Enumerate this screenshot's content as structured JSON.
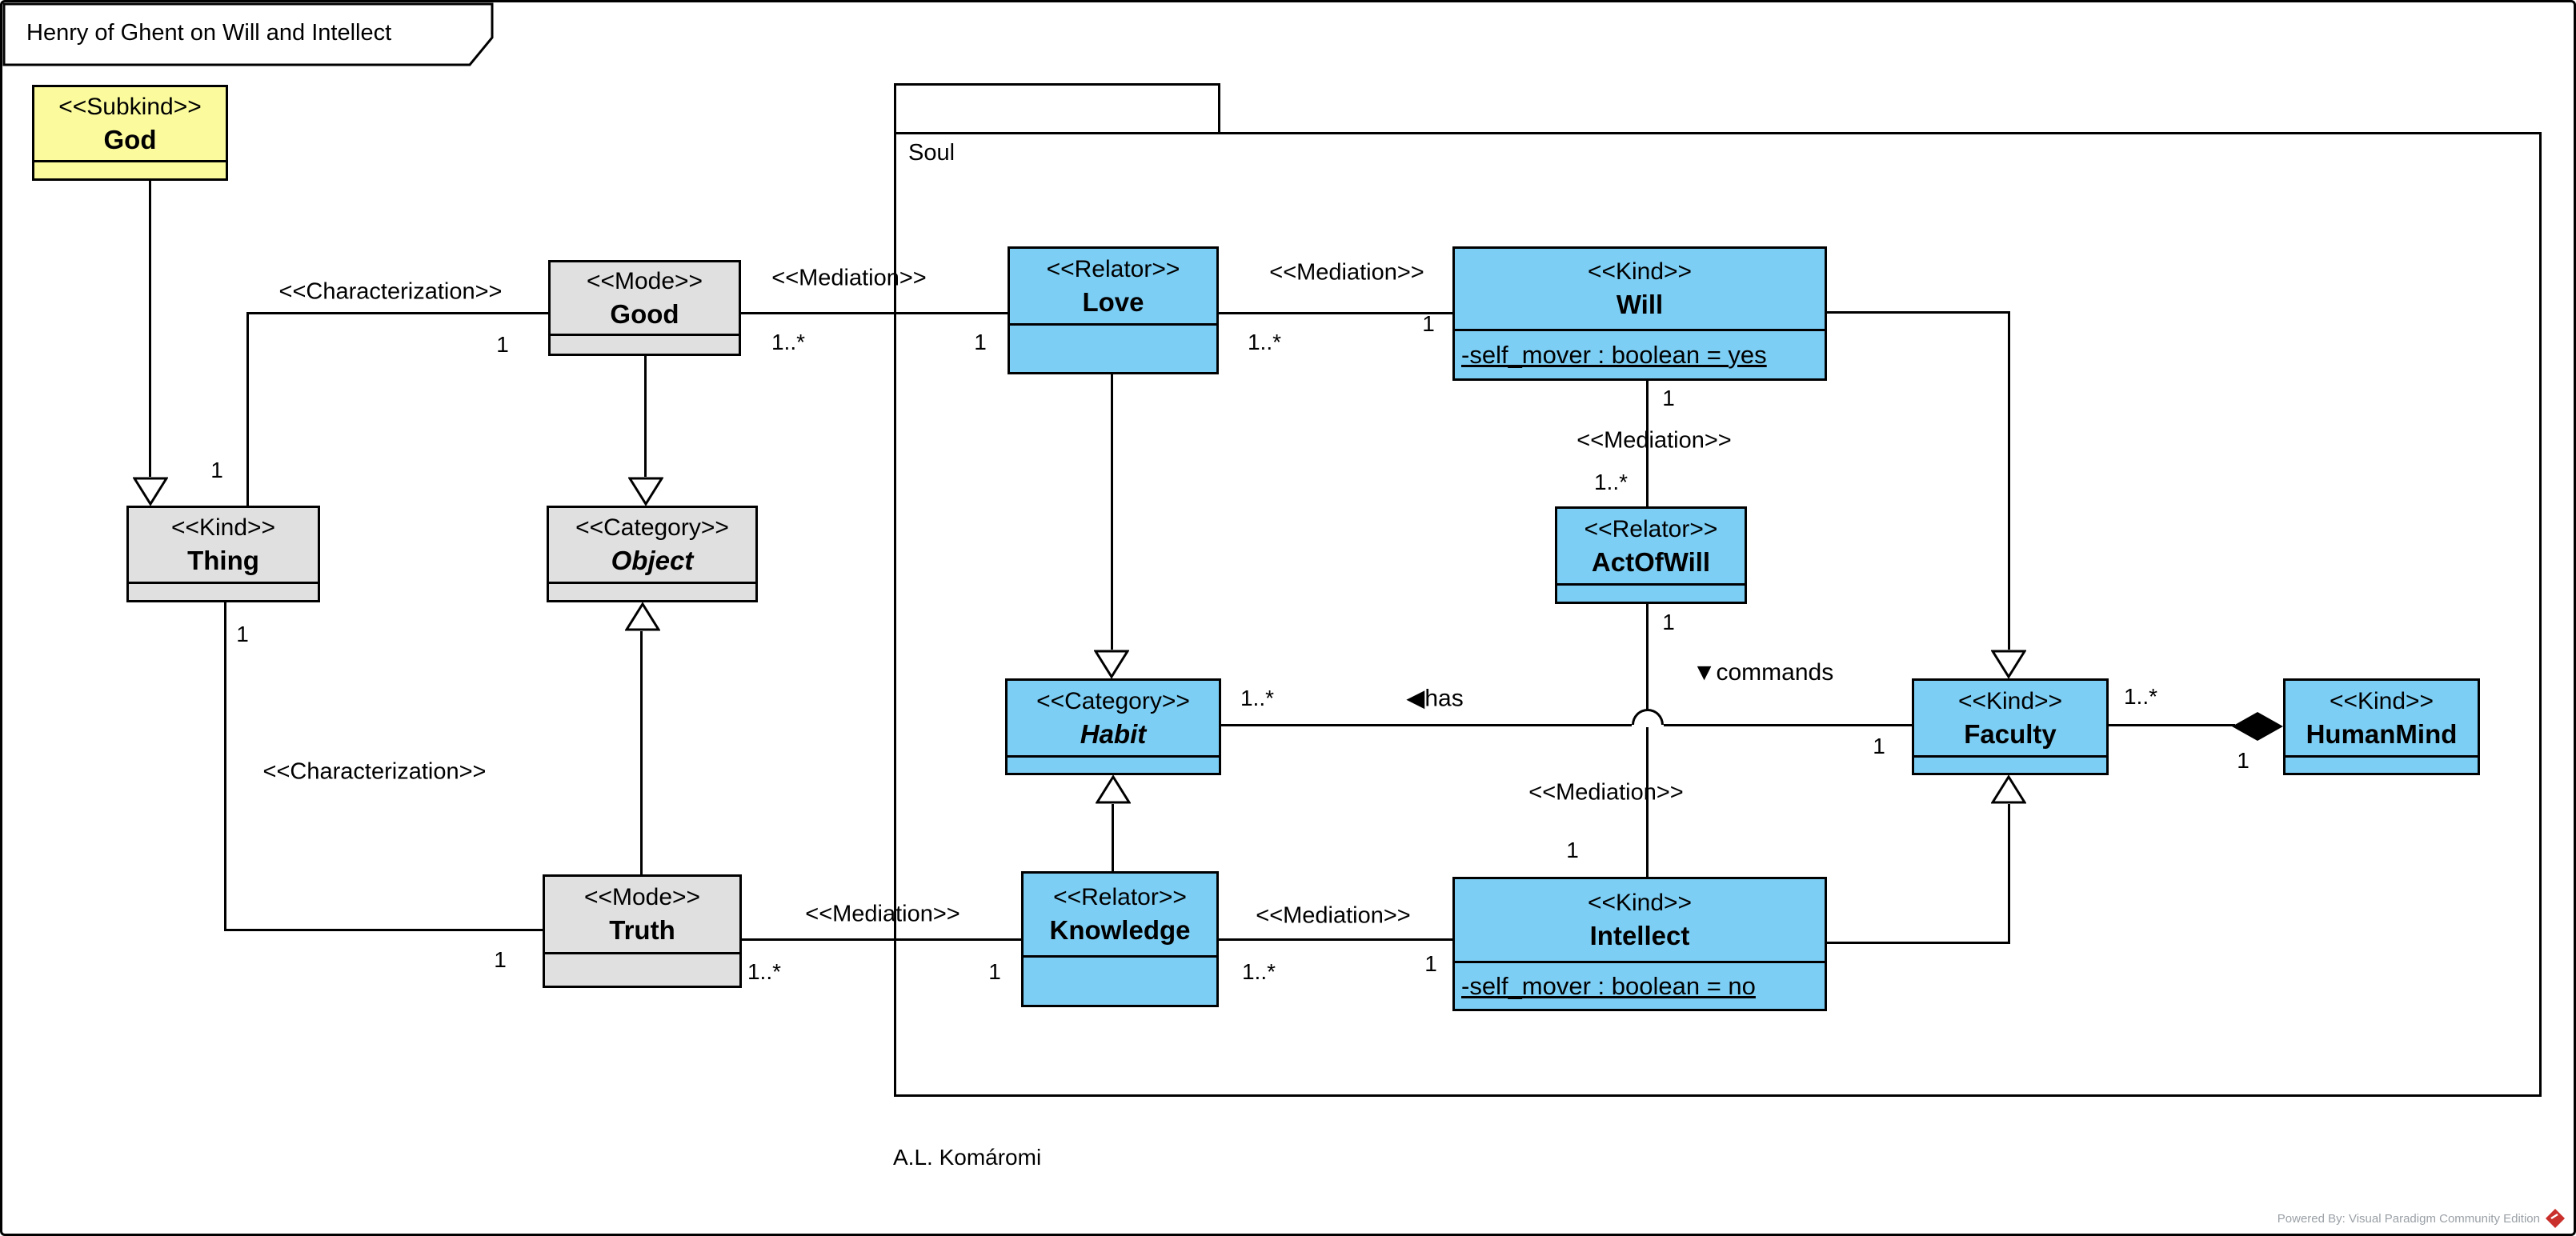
{
  "title": "Henry of Ghent on Will and Intellect",
  "package": {
    "name": "Soul"
  },
  "attribution": "A.L. Komáromi",
  "footer": {
    "powered_by": "Powered By: Visual Paradigm Community Edition"
  },
  "colors": {
    "class_blue": "#7ccef4",
    "class_gray": "#e0e0e0",
    "class_yellow": "#fbfb9d",
    "line": "#000000",
    "powered_text": "#9aa0a6",
    "logo_red": "#c9302c"
  },
  "classes": {
    "god": {
      "stereotype": "<<Subkind>>",
      "name": "God"
    },
    "good": {
      "stereotype": "<<Mode>>",
      "name": "Good"
    },
    "thing": {
      "stereotype": "<<Kind>>",
      "name": "Thing"
    },
    "object": {
      "stereotype": "<<Category>>",
      "name": "Object"
    },
    "truth": {
      "stereotype": "<<Mode>>",
      "name": "Truth"
    },
    "love": {
      "stereotype": "<<Relator>>",
      "name": "Love"
    },
    "will": {
      "stereotype": "<<Kind>>",
      "name": "Will",
      "attribute": "-self_mover : boolean = yes"
    },
    "actofwill": {
      "stereotype": "<<Relator>>",
      "name": "ActOfWill"
    },
    "habit": {
      "stereotype": "<<Category>>",
      "name": "Habit"
    },
    "faculty": {
      "stereotype": "<<Kind>>",
      "name": "Faculty"
    },
    "humanmind": {
      "stereotype": "<<Kind>>",
      "name": "HumanMind"
    },
    "knowledge": {
      "stereotype": "<<Relator>>",
      "name": "Knowledge"
    },
    "intellect": {
      "stereotype": "<<Kind>>",
      "name": "Intellect",
      "attribute": "-self_mover : boolean = no"
    }
  },
  "labels": {
    "char_good_thing": "<<Characterization>>",
    "char_thing_truth": "<<Characterization>>",
    "med_good_love": "<<Mediation>>",
    "med_love_will": "<<Mediation>>",
    "med_will_actofwill": "<<Mediation>>",
    "med_actofwill_intellect": "<<Mediation>>",
    "med_truth_knowledge": "<<Mediation>>",
    "med_knowledge_intellect": "<<Mediation>>",
    "has": "◀has",
    "commands": "▼commands"
  },
  "mult": {
    "char_gt_good": "1",
    "char_gt_thing": "1",
    "char_tt_thing": "1",
    "char_tt_truth": "1",
    "med_gl_good": "1..*",
    "med_gl_love": "1",
    "med_lw_love": "1..*",
    "med_lw_will": "1",
    "med_wa_will": "1",
    "med_wa_act": "1..*",
    "cmd_act": "1",
    "cmd_int": "1",
    "has_habit": "1..*",
    "has_faculty": "1",
    "comp_faculty": "1..*",
    "comp_humanmind": "1",
    "med_tk_truth": "1..*",
    "med_tk_knowledge": "1",
    "med_ki_knowledge": "1..*",
    "med_ki_intellect": "1"
  },
  "relations": [
    {
      "type": "generalization",
      "from": "God",
      "to": "Thing"
    },
    {
      "type": "generalization",
      "from": "Good",
      "to": "Object"
    },
    {
      "type": "generalization",
      "from": "Truth",
      "to": "Object"
    },
    {
      "type": "generalization",
      "from": "Love",
      "to": "Habit"
    },
    {
      "type": "generalization",
      "from": "Knowledge",
      "to": "Habit"
    },
    {
      "type": "generalization",
      "from": "Will",
      "to": "Faculty"
    },
    {
      "type": "generalization",
      "from": "Intellect",
      "to": "Faculty"
    },
    {
      "type": "characterization",
      "from": "Good",
      "to": "Thing"
    },
    {
      "type": "characterization",
      "from": "Truth",
      "to": "Thing"
    },
    {
      "type": "mediation",
      "from": "Love",
      "to": "Good"
    },
    {
      "type": "mediation",
      "from": "Love",
      "to": "Will"
    },
    {
      "type": "mediation",
      "from": "ActOfWill",
      "to": "Will"
    },
    {
      "type": "mediation",
      "from": "ActOfWill",
      "to": "Intellect",
      "name": "commands"
    },
    {
      "type": "mediation",
      "from": "Knowledge",
      "to": "Truth"
    },
    {
      "type": "mediation",
      "from": "Knowledge",
      "to": "Intellect"
    },
    {
      "type": "association",
      "from": "Faculty",
      "to": "Habit",
      "name": "has"
    },
    {
      "type": "composition",
      "whole": "HumanMind",
      "part": "Faculty"
    }
  ]
}
